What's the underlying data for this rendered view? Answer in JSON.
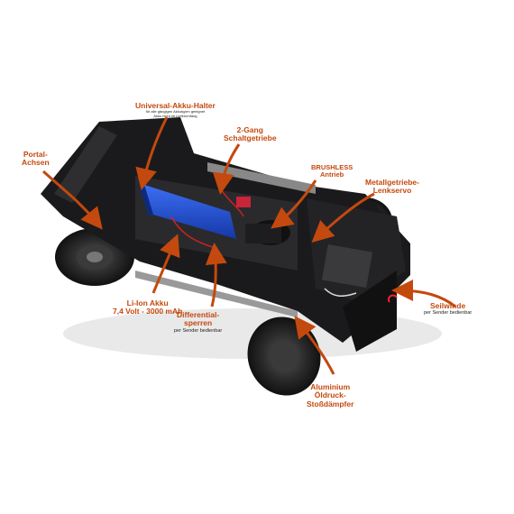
{
  "labels": {
    "akku_halter": {
      "title": "Universal-Akku-Halter",
      "sub1": "für alle gängigen Akkutypen geeignet",
      "sub2": "Akku nicht im Lieferumfang"
    },
    "schaltgetriebe": {
      "line1": "2-Gang",
      "line2": "Schaltgetriebe"
    },
    "portal": {
      "line1": "Portal-",
      "line2": "Achsen"
    },
    "brushless": {
      "line1": "BRUSHLESS",
      "line2": "Antrieb"
    },
    "lenkservo": {
      "line1": "Metallgetriebe-",
      "line2": "Lenkservo"
    },
    "li_ion": {
      "line1": "Li-Ion Akku",
      "line2": "7,4 Volt - 3000 mAh"
    },
    "differential": {
      "line1": "Differential-",
      "line2": "sperren",
      "line3": "per Sender bedienbar"
    },
    "seilwinde": {
      "line1": "Seilwinde",
      "line2": "per Sender bedienbar"
    },
    "daempfer": {
      "line1": "Aluminium",
      "line2": "Öldruck-",
      "line3": "Stoßdämpfer"
    }
  },
  "colors": {
    "arrow": "#c4490e",
    "label": "#c4490e",
    "chassis": "#1a1a1c",
    "battery": "#1d4fd0"
  }
}
